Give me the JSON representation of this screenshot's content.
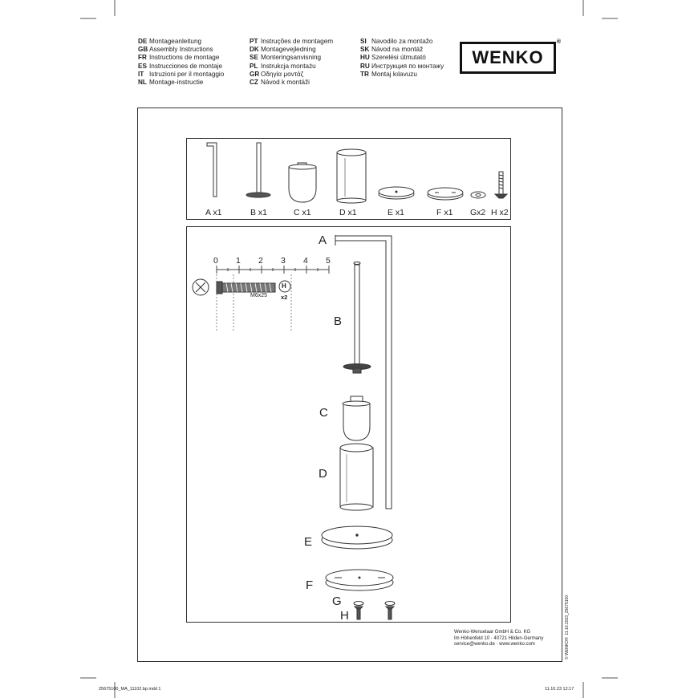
{
  "languages_col1": [
    {
      "code": "DE",
      "text": "Montageanleitung"
    },
    {
      "code": "GB",
      "text": "Assembly Instructions"
    },
    {
      "code": "FR",
      "text": "Instructions de montage"
    },
    {
      "code": "ES",
      "text": "Instrucciones de montaje"
    },
    {
      "code": "IT",
      "text": "Istruzioni per il montaggio"
    },
    {
      "code": "NL",
      "text": "Montage-instructie"
    }
  ],
  "languages_col2": [
    {
      "code": "PT",
      "text": "Instruções de montagem"
    },
    {
      "code": "DK",
      "text": "Montagevejledning"
    },
    {
      "code": "SE",
      "text": "Monteringsanvisning"
    },
    {
      "code": "PL",
      "text": "Instrukcja montażu"
    },
    {
      "code": "GR",
      "text": "Οδηγία μοντάζ"
    },
    {
      "code": "CZ",
      "text": "Návod k montáži"
    }
  ],
  "languages_col3": [
    {
      "code": "SI",
      "text": "Navodilo za montažo"
    },
    {
      "code": "SK",
      "text": "Návod na montáž"
    },
    {
      "code": "HU",
      "text": "Szerelési útmutató"
    },
    {
      "code": "RU",
      "text": "Инструкция по монтажу"
    },
    {
      "code": "TR",
      "text": "Montaj kılavuzu"
    }
  ],
  "logo": {
    "text": "WENKO",
    "mark": "®"
  },
  "parts": [
    {
      "letter": "A",
      "qty": "x1",
      "label": "A  x1"
    },
    {
      "letter": "B",
      "qty": "x1",
      "label": "B  x1"
    },
    {
      "letter": "C",
      "qty": "x1",
      "label": "C  x1"
    },
    {
      "letter": "D",
      "qty": "x1",
      "label": "D  x1"
    },
    {
      "letter": "E",
      "qty": "x1",
      "label": "E  x1"
    },
    {
      "letter": "F",
      "qty": "x1",
      "label": "F  x1"
    },
    {
      "letter": "G",
      "qty": "x2",
      "label": "Gx2"
    },
    {
      "letter": "H",
      "qty": "x2",
      "label": "H x2"
    }
  ],
  "ruler": {
    "ticks": [
      "0",
      "1",
      "2",
      "3",
      "4",
      "5"
    ]
  },
  "screw": {
    "size": "M6x25",
    "letter": "H",
    "qty": "x2"
  },
  "assembly_labels": [
    "A",
    "B",
    "C",
    "D",
    "E",
    "F",
    "G",
    "H"
  ],
  "footer": {
    "company": "Wenko-Wenselaar GmbH & Co. KG",
    "address": "Im Höhenfeld 10 · 40721 Hilden-Germany",
    "contact": "service@wenko.de · www.wenko.com",
    "side_code": "11.10.2023_25675100",
    "side_copy": "© WENKO®",
    "slug_left": "25675100_MA_11102.bp.indd   1",
    "slug_right": "11.10.23   12:17"
  },
  "colors": {
    "line": "#333333",
    "background": "#ffffff"
  }
}
